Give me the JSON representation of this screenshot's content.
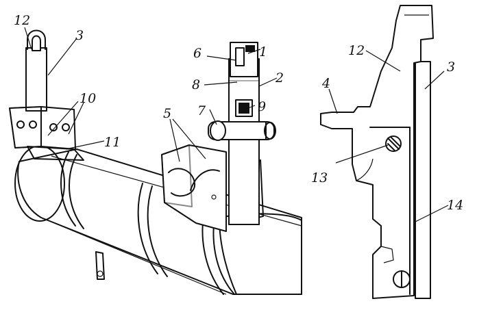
{
  "callouts": {
    "n1": "1",
    "n2": "2",
    "n3a": "3",
    "n3b": "3",
    "n4": "4",
    "n5": "5",
    "n6": "6",
    "n7": "7",
    "n8": "8",
    "n9": "9",
    "n10": "10",
    "n11": "11",
    "n12a": "12",
    "n12b": "12",
    "n13": "13",
    "n14": "14"
  }
}
